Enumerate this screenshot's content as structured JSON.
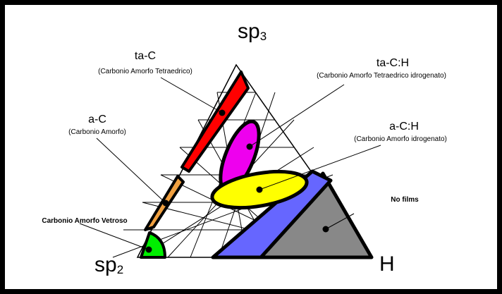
{
  "diagram": {
    "vertices": {
      "top": {
        "main": "sp",
        "sub": "3"
      },
      "left": {
        "main": "sp",
        "sub": "2"
      },
      "right": {
        "main": "H"
      }
    },
    "phases": {
      "ta_c": {
        "title": "ta-C",
        "subtitle": "(Carbonio Amorfo Tetraedrico)",
        "color": "#ff0000"
      },
      "a_c": {
        "title": "a-C",
        "subtitle": "(Carbonio Amorfo)",
        "color": "#f0a040"
      },
      "vetroso": {
        "title": "Carbonio Amorfo Vetroso",
        "color": "#00ee00"
      },
      "ta_c_h": {
        "title": "ta-C:H",
        "subtitle": "(Carbonio Amorfo Tetraedrico idrogenato)",
        "color": "#ee00ee"
      },
      "a_c_h": {
        "title": "a-C:H",
        "subtitle": "(Carbonio Amorfo idrogenato)",
        "color": "#ffff00"
      },
      "no_films": {
        "title": "No films",
        "color": "#888888"
      },
      "band": {
        "color": "#6666ff"
      }
    }
  }
}
